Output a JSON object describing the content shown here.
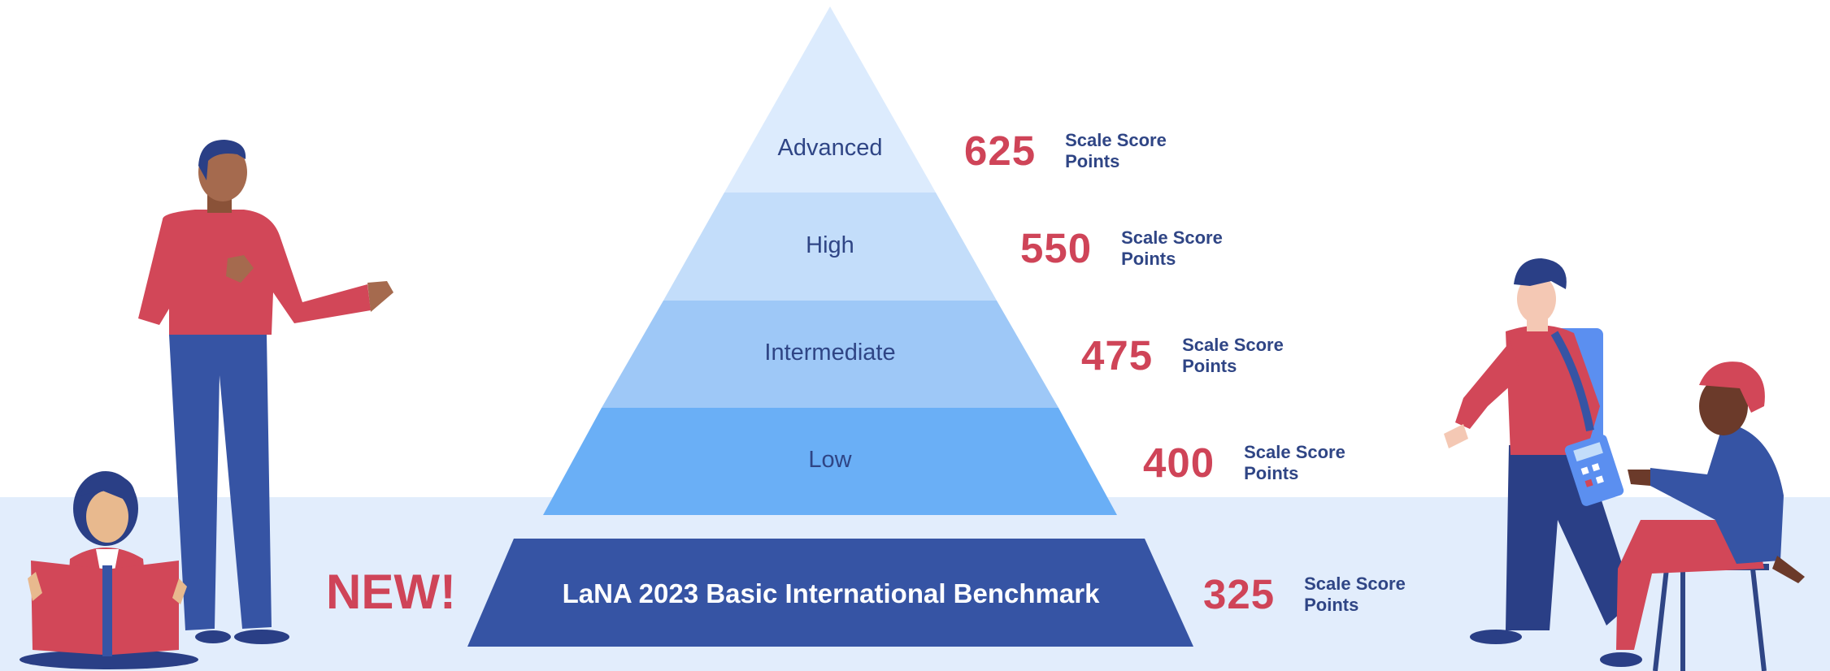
{
  "pyramid": {
    "levels": [
      {
        "label": "Advanced",
        "score": "625",
        "unit_line1": "Scale Score",
        "unit_line2": "Points"
      },
      {
        "label": "High",
        "score": "550",
        "unit_line1": "Scale Score",
        "unit_line2": "Points"
      },
      {
        "label": "Intermediate",
        "score": "475",
        "unit_line1": "Scale Score",
        "unit_line2": "Points"
      },
      {
        "label": "Low",
        "score": "400",
        "unit_line1": "Scale Score",
        "unit_line2": "Points"
      }
    ],
    "benchmark": {
      "label": "LaNA 2023 Basic International Benchmark",
      "score": "325",
      "unit_line1": "Scale Score",
      "unit_line2": "Points"
    },
    "new_badge": "NEW!"
  },
  "colors": {
    "advanced": "#dcebfd",
    "high": "#c3ddfa",
    "intermediate": "#9ec8f7",
    "low": "#6aaff6",
    "benchmark": "#3654a4",
    "score_red": "#cf4458",
    "label_navy": "#2f4585",
    "floor": "#e2edfc"
  }
}
